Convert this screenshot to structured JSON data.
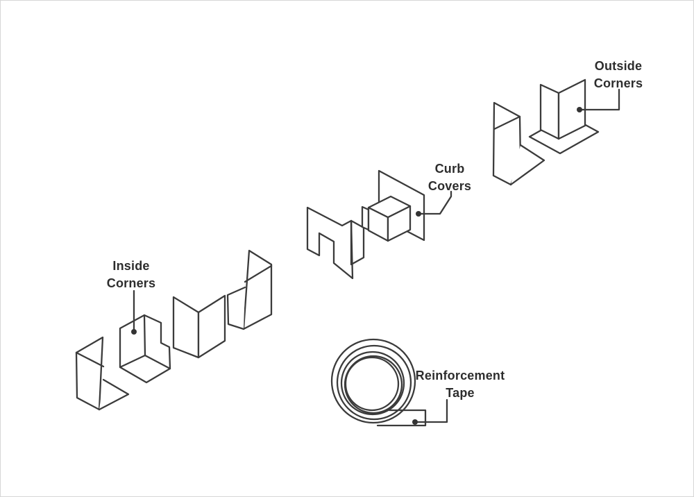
{
  "page": {
    "background_color": "#ffffff",
    "line_color": "#3b3b3b",
    "text_color": "#2d2d2d"
  },
  "diagram": {
    "kind": "product-installation-accessories-illustration",
    "parts": [
      {
        "name": "Inside Corners",
        "pieces_shown": 4
      },
      {
        "name": "Curb Covers",
        "pieces_shown": 2
      },
      {
        "name": "Outside Corners",
        "pieces_shown": 2
      },
      {
        "name": "Reinforcement Tape",
        "pieces_shown": 1
      }
    ]
  },
  "labels": {
    "inside_corners": {
      "line1": "Inside",
      "line2": "Corners"
    },
    "curb_covers": {
      "line1": "Curb",
      "line2": "Covers"
    },
    "outside_corners": {
      "line1": "Outside",
      "line2": "Corners"
    },
    "reinforcement_tape": {
      "line1": "Reinforcement",
      "line2": "Tape"
    }
  }
}
